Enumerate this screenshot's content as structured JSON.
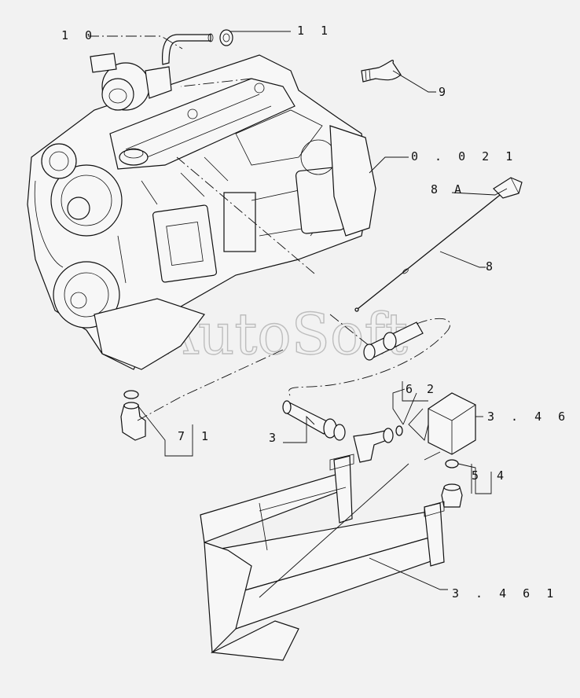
{
  "watermark": "AutoSoft",
  "callouts": [
    {
      "id": "c10",
      "text": "1 0"
    },
    {
      "id": "c11",
      "text": "1 1"
    },
    {
      "id": "c9",
      "text": "9"
    },
    {
      "id": "c0021",
      "text": "0 . 0 2 1"
    },
    {
      "id": "c8A",
      "text": "8 A"
    },
    {
      "id": "c8",
      "text": "8"
    },
    {
      "id": "c2",
      "text": "2"
    },
    {
      "id": "c6",
      "text": "6"
    },
    {
      "id": "c3461a",
      "text": "3 . 4 6 1"
    },
    {
      "id": "c7",
      "text": "7"
    },
    {
      "id": "c1",
      "text": "1"
    },
    {
      "id": "c3",
      "text": "3"
    },
    {
      "id": "c5",
      "text": "5"
    },
    {
      "id": "c4",
      "text": "4"
    },
    {
      "id": "c3461b",
      "text": "3 . 4 6 1"
    }
  ]
}
